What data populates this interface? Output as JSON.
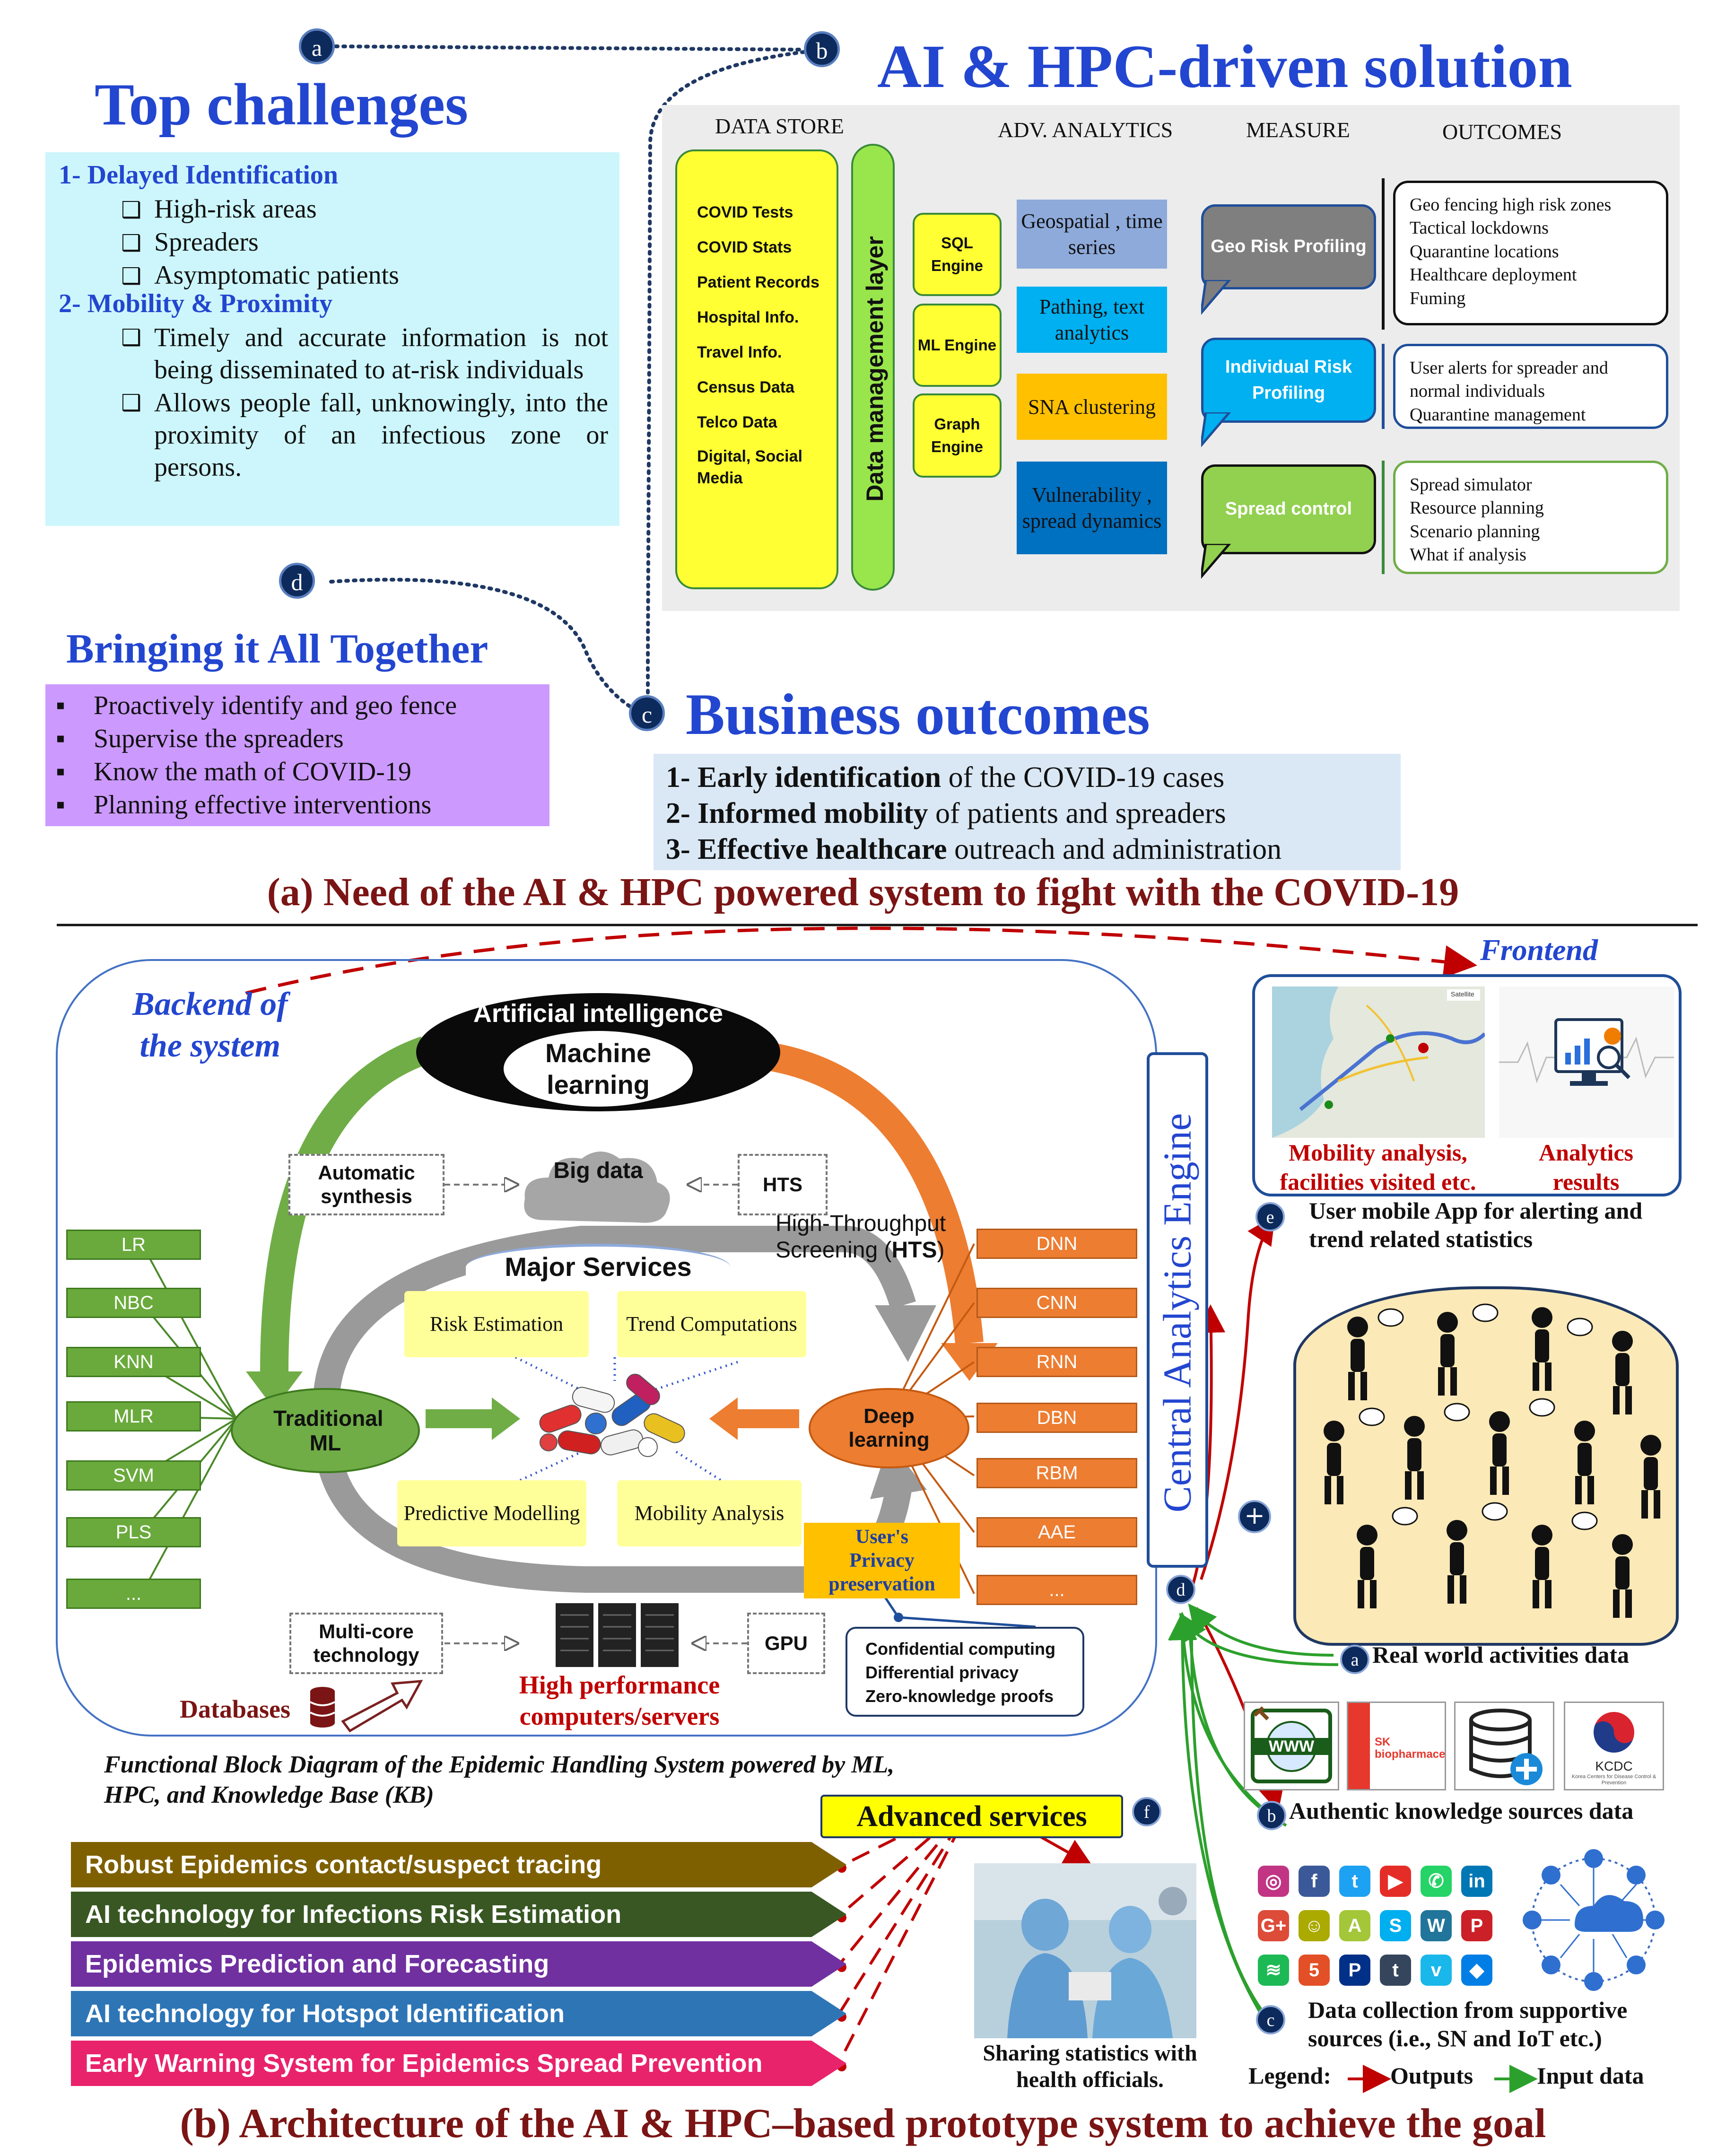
{
  "badges": {
    "a": "a",
    "b": "b",
    "c": "c",
    "d": "d",
    "e": "e",
    "f": "f"
  },
  "top_challenges": {
    "title": "Top challenges",
    "item1": "1- Delayed Identification",
    "item1_subs": [
      "High-risk areas",
      "Spreaders",
      "Asymptomatic patients"
    ],
    "item2": "2- Mobility & Proximity",
    "item2_subs": [
      "Timely and accurate information is not being disseminated to at-risk individuals",
      "Allows people fall, unknowingly, into the proximity of an infectious zone or persons."
    ]
  },
  "solution": {
    "title": "AI & HPC-driven solution",
    "headers": {
      "data_store": "DATA STORE",
      "adv_analytics": "ADV. ANALYTICS",
      "measure": "MEASURE",
      "outcomes": "OUTCOMES"
    },
    "data_store_items": [
      "COVID Tests",
      "COVID Stats",
      "Patient Records",
      "Hospital Info.",
      "Travel Info.",
      "Census Data",
      "Telco Data",
      "Digital, Social Media"
    ],
    "data_layer": "Data management layer",
    "engines": [
      "SQL Engine",
      "ML Engine",
      "Graph Engine"
    ],
    "analytics": [
      "Geospatial , time series",
      "Pathing, text analytics",
      "SNA clustering",
      "Vulnerability , spread dynamics"
    ],
    "measures": [
      "Geo Risk Profiling",
      "Individual Risk Profiling",
      "Spread control"
    ],
    "outcomes": [
      [
        "Geo fencing high risk zones",
        "Tactical lockdowns",
        "Quarantine locations",
        "Healthcare deployment",
        "Fuming"
      ],
      [
        "User alerts for spreader and normal individuals",
        "Quarantine management"
      ],
      [
        "Spread simulator",
        "Resource planning",
        "Scenario planning",
        "What if analysis"
      ]
    ]
  },
  "together": {
    "title": "Bringing it All Together",
    "items": [
      "Proactively identify and geo fence",
      "Supervise the spreaders",
      "Know the math of COVID-19",
      "Planning effective interventions"
    ]
  },
  "business": {
    "title": "Business outcomes",
    "items": [
      {
        "num": "1- ",
        "bold": "Early identification",
        "rest": " of the COVID-19 cases"
      },
      {
        "num": "2- ",
        "bold": "Informed mobility",
        "rest": " of patients and spreaders"
      },
      {
        "num": "3- ",
        "bold": "Effective healthcare",
        "rest": " outreach and administration"
      }
    ]
  },
  "caption_a": "(a) Need of the AI & HPC powered system to fight with the COVID-19",
  "backend": {
    "label_line1": "Backend of",
    "label_line2": "the system",
    "ai": "Artificial intelligence",
    "ml": "Machine learning",
    "auto_synth": "Automatic synthesis",
    "big_data": "Big data",
    "hts": "HTS",
    "hts_full_1": "High-Throughput",
    "hts_full_2": "Screening (",
    "hts_full_3": "HTS",
    "hts_full_4": ")",
    "major_services": "Major Services",
    "services": [
      "Risk Estimation",
      "Trend Computations",
      "Predictive Modelling",
      "Mobility Analysis"
    ],
    "traditional_ml": "Traditional ML",
    "deep_learning": "Deep learning",
    "trad_algos": [
      "LR",
      "NBC",
      "KNN",
      "MLR",
      "SVM",
      "PLS",
      "..."
    ],
    "deep_algos": [
      "DNN",
      "CNN",
      "RNN",
      "DBN",
      "RBM",
      "AAE",
      "..."
    ],
    "privacy": "User's Privacy preservation",
    "privacy_items": [
      "Confidential computing",
      "Differential privacy",
      "Zero-knowledge proofs"
    ],
    "multicore": "Multi-core technology",
    "gpu": "GPU",
    "hpc": "High performance computers/servers",
    "databases": "Databases"
  },
  "fbd_caption": "Functional Block Diagram of the Epidemic Handling System powered by ML, HPC, and Knowledge Base (KB)",
  "frontend": {
    "label": "Frontend",
    "map_caption": "Mobility analysis, facilities visited etc.",
    "analytics_caption": "Analytics results",
    "map_satellite": "Satellite",
    "app_text": "User mobile App for alerting and trend related statistics"
  },
  "central_engine": "Central Analytics Engine",
  "plus": "+",
  "real_world": "Real world activities data",
  "knowledge": "Authentic knowledge sources data",
  "kb_logos": {
    "www": "WWW",
    "sk": "SK biopharmaceuticals",
    "kcdc": "KCDC",
    "kcdc_sub": "Korea Centers for Disease Control & Prevention"
  },
  "data_collection": "Data collection from supportive sources (i.e., SN and IoT etc.)",
  "legend": {
    "title": "Legend:",
    "outputs": "Outputs",
    "input": "Input data"
  },
  "advanced": {
    "title": "Advanced services",
    "items": [
      {
        "label": "Robust Epidemics contact/suspect tracing",
        "color": "#7f6000"
      },
      {
        "label": "AI technology for Infections Risk Estimation",
        "color": "#385723"
      },
      {
        "label": "Epidemics Prediction and Forecasting",
        "color": "#7030a0"
      },
      {
        "label": "AI technology for Hotspot Identification",
        "color": "#2e75b6"
      },
      {
        "label": "Early Warning System for Epidemics Spread Prevention",
        "color": "#e9236b"
      }
    ]
  },
  "sharing": "Sharing statistics with health officials.",
  "caption_b": "(b) Architecture of the AI & HPC–based prototype system to achieve the goal",
  "sn_icons": [
    {
      "name": "instagram-icon",
      "glyph": "◎",
      "color": "#c13584"
    },
    {
      "name": "facebook-icon",
      "glyph": "f",
      "color": "#3b5998"
    },
    {
      "name": "twitter-icon",
      "glyph": "t",
      "color": "#1da1f2"
    },
    {
      "name": "youtube-icon",
      "glyph": "▶",
      "color": "#e52d27"
    },
    {
      "name": "whatsapp-icon",
      "glyph": "✆",
      "color": "#25d366"
    },
    {
      "name": "linkedin-icon",
      "glyph": "in",
      "color": "#0077b5"
    },
    {
      "name": "google-plus-icon",
      "glyph": "G+",
      "color": "#dd4b39"
    },
    {
      "name": "snapchat-icon",
      "glyph": "☺",
      "color": "#aaaa00"
    },
    {
      "name": "android-icon",
      "glyph": "A",
      "color": "#a4c639"
    },
    {
      "name": "skype-icon",
      "glyph": "S",
      "color": "#00aff0"
    },
    {
      "name": "wordpress-icon",
      "glyph": "W",
      "color": "#21759b"
    },
    {
      "name": "pinterest-icon",
      "glyph": "P",
      "color": "#cb2027"
    },
    {
      "name": "spotify-icon",
      "glyph": "≋",
      "color": "#1db954"
    },
    {
      "name": "html5-icon",
      "glyph": "5",
      "color": "#e34f26"
    },
    {
      "name": "paypal-icon",
      "glyph": "P",
      "color": "#003087"
    },
    {
      "name": "tumblr-icon",
      "glyph": "t",
      "color": "#35465c"
    },
    {
      "name": "vimeo-icon",
      "glyph": "v",
      "color": "#1ab7ea"
    },
    {
      "name": "dropbox-icon",
      "glyph": "◆",
      "color": "#007ee5"
    }
  ]
}
